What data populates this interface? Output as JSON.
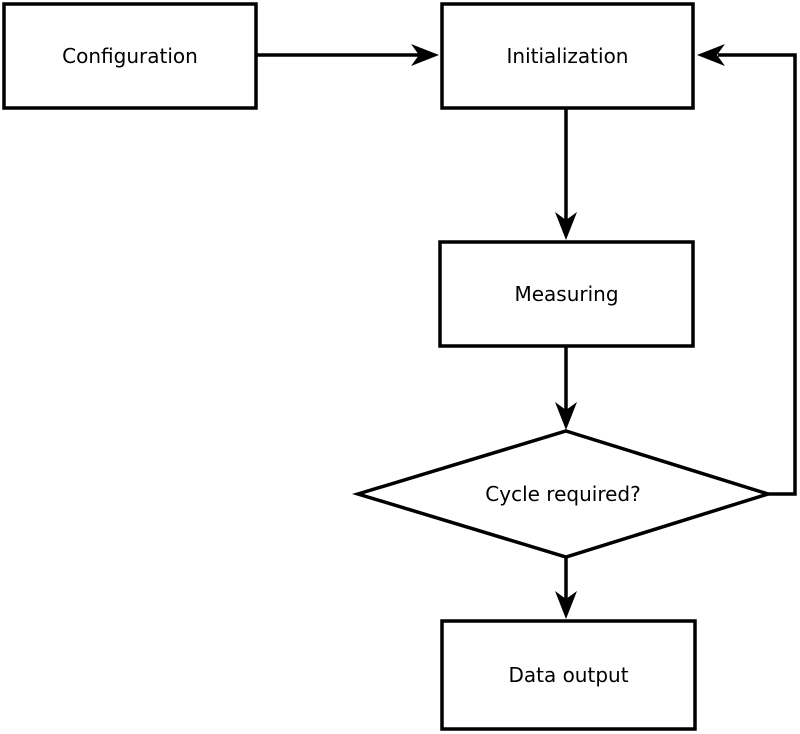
{
  "diagram": {
    "type": "flowchart",
    "background_color": "#ffffff",
    "stroke_color": "#000000",
    "text_color": "#000000",
    "nodes": [
      {
        "id": "configuration",
        "label": "Configuration",
        "shape": "rectangle"
      },
      {
        "id": "initialization",
        "label": "Initialization",
        "shape": "rectangle"
      },
      {
        "id": "measuring",
        "label": "Measuring",
        "shape": "rectangle"
      },
      {
        "id": "cycle-required",
        "label": "Cycle required?",
        "shape": "diamond"
      },
      {
        "id": "data-output",
        "label": "Data output",
        "shape": "rectangle"
      }
    ],
    "edges": [
      {
        "from": "configuration",
        "to": "initialization",
        "kind": "forward"
      },
      {
        "from": "initialization",
        "to": "measuring",
        "kind": "forward"
      },
      {
        "from": "measuring",
        "to": "cycle-required",
        "kind": "forward"
      },
      {
        "from": "cycle-required",
        "to": "data-output",
        "kind": "forward"
      },
      {
        "from": "cycle-required",
        "to": "initialization",
        "kind": "loop-back"
      }
    ]
  }
}
